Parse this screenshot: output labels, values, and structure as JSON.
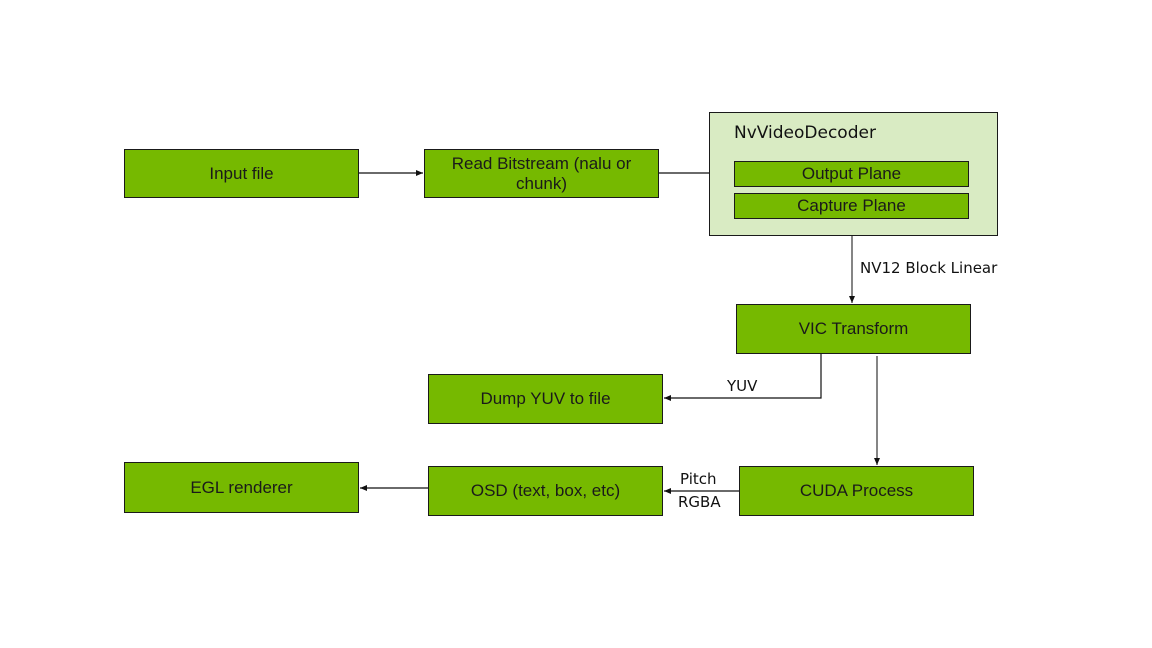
{
  "diagram": {
    "nodes": {
      "input_file": "Input file",
      "read_bitstream": "Read Bitstream (nalu or chunk)",
      "decoder_title": "NvVideoDecoder",
      "output_plane": "Output Plane",
      "capture_plane": "Capture Plane",
      "vic_transform": "VIC Transform",
      "dump_yuv": "Dump YUV to file",
      "cuda_process": "CUDA Process",
      "osd": "OSD (text, box, etc)",
      "egl_renderer": "EGL renderer"
    },
    "edge_labels": {
      "nv12": "NV12 Block Linear",
      "yuv": "YUV",
      "pitch": "Pitch",
      "rgba": "RGBA"
    },
    "edges": [
      {
        "from": "Input file",
        "to": "Read Bitstream (nalu or chunk)"
      },
      {
        "from": "Read Bitstream (nalu or chunk)",
        "to": "Output Plane"
      },
      {
        "from": "Capture Plane",
        "to": "VIC Transform",
        "label": "NV12 Block Linear"
      },
      {
        "from": "VIC Transform",
        "to": "Dump YUV to file",
        "label": "YUV"
      },
      {
        "from": "VIC Transform",
        "to": "CUDA Process"
      },
      {
        "from": "CUDA Process",
        "to": "OSD (text, box, etc)",
        "label": "Pitch RGBA"
      },
      {
        "from": "OSD (text, box, etc)",
        "to": "EGL renderer"
      }
    ],
    "colors": {
      "node_fill": "#76b900",
      "container_fill": "#d9ebc3",
      "stroke": "#1a1a1a"
    }
  }
}
